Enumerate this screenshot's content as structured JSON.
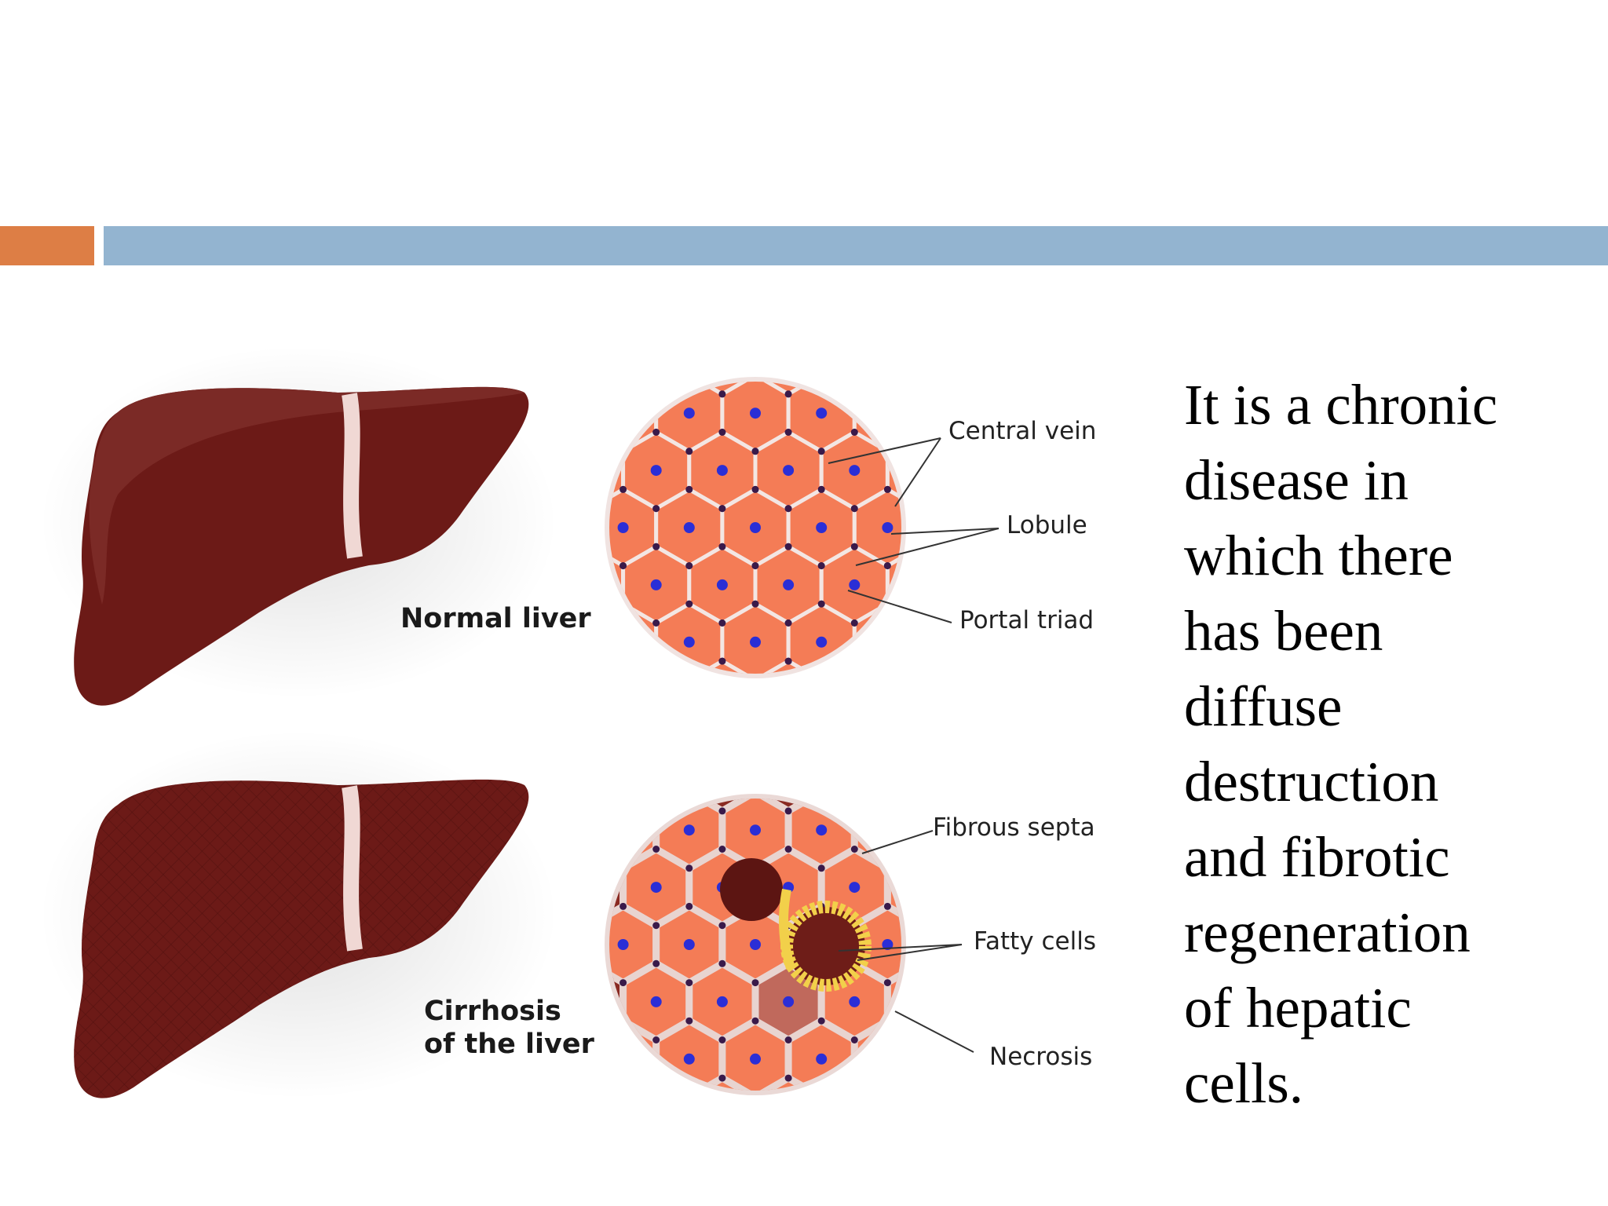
{
  "colors": {
    "accent_orange": "#dd7e45",
    "accent_blue": "#93b4d0",
    "liver_dark": "#6c1a17",
    "liver_light": "#7b2a26",
    "cell_orange": "#f47c56",
    "nucleus_blue": "#2b2ed6",
    "fatty_yellow": "#f2d04a"
  },
  "diagram": {
    "normal_label": "Normal liver",
    "cirrhosis_label_line1": "Cirrhosis",
    "cirrhosis_label_line2": "of the liver",
    "callouts": {
      "central_vein": "Central vein",
      "lobule": "Lobule",
      "portal_triad": "Portal triad",
      "fibrous_septa": "Fibrous septa",
      "fatty_cells": "Fatty cells",
      "necrosis": "Necrosis"
    }
  },
  "body": {
    "lines": [
      "It is a chronic",
      "disease in",
      "which there",
      "has been",
      "diffuse",
      "destruction",
      "and fibrotic",
      "regeneration",
      "of hepatic",
      "cells."
    ]
  }
}
